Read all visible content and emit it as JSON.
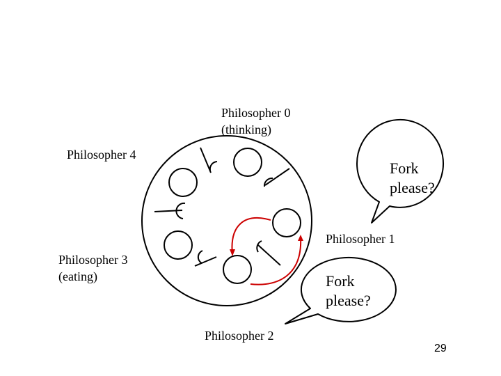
{
  "labels": {
    "philosopher0_name": "Philosopher 0",
    "philosopher0_state": "(thinking)",
    "philosopher1_name": "Philosopher 1",
    "philosopher2_name": "Philosopher 2",
    "philosopher3_name": "Philosopher 3",
    "philosopher3_state": "(eating)",
    "philosopher4_name": "Philosopher 4"
  },
  "bubbles": {
    "upper": {
      "line1": "Fork",
      "line2": "please?"
    },
    "lower": {
      "line1": "Fork",
      "line2": "please?"
    }
  },
  "page_number": "29",
  "colors": {
    "arrow": "#cc0000",
    "stroke": "#000000"
  }
}
